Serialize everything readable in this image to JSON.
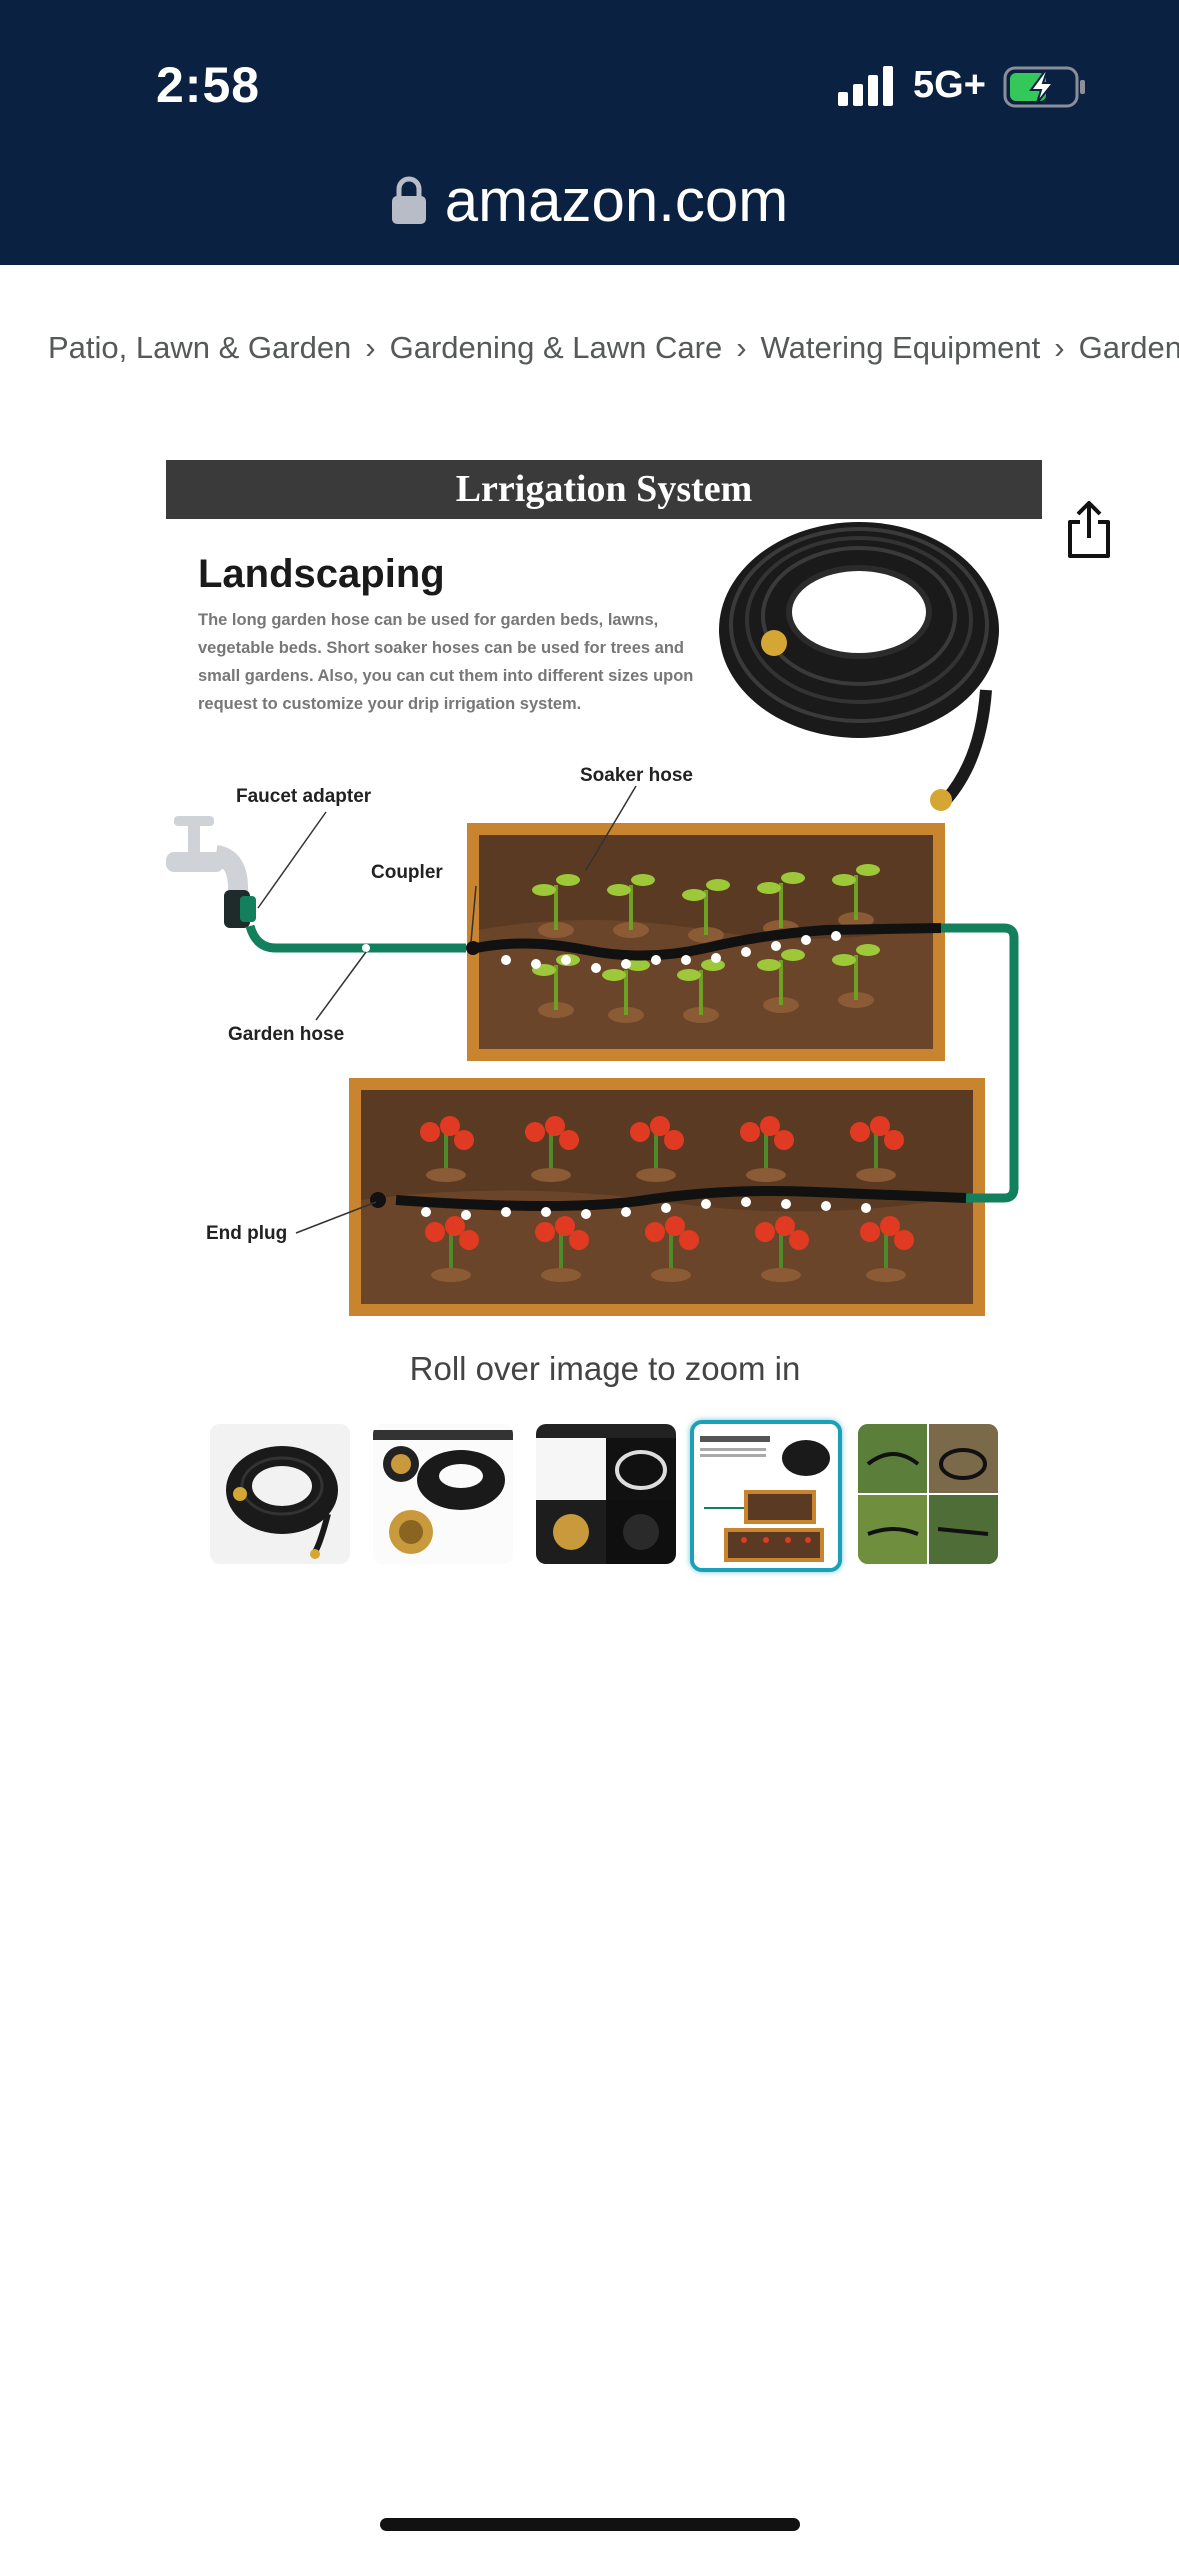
{
  "status_bar": {
    "time": "2:58",
    "network": "5G+",
    "signal_bars": 4,
    "battery_charging": true
  },
  "url_bar": {
    "domain": "amazon.com",
    "icon": "lock-icon"
  },
  "breadcrumb": [
    "Patio, Lawn & Garden",
    "Gardening & Lawn Care",
    "Watering Equipment",
    "Garden Hoses"
  ],
  "breadcrumb_separator": "›",
  "share_icon": "share-icon",
  "hero_image": {
    "title": "Lrrigation System",
    "heading": "Landscaping",
    "description": "The long garden hose can be used for garden beds, lawns, vegetable beds. Short soaker hoses can be used for trees and small gardens. Also, you can cut them into different sizes upon request to customize your drip irrigation system.",
    "labels": {
      "faucet_adapter": "Faucet adapter",
      "soaker_hose": "Soaker hose",
      "coupler": "Coupler",
      "garden_hose": "Garden hose",
      "end_plug": "End plug"
    }
  },
  "zoom_hint": "Roll over image to zoom in",
  "thumbnails": [
    {
      "name": "thumb-hose-coil",
      "selected": false
    },
    {
      "name": "thumb-leak-free-seal",
      "selected": false
    },
    {
      "name": "thumb-premium-material",
      "selected": false
    },
    {
      "name": "thumb-landscaping",
      "selected": true
    },
    {
      "name": "thumb-garden-use",
      "selected": false
    }
  ],
  "colors": {
    "status_bar_bg": "#0b2141",
    "selected_thumb_border": "#1aa0b8",
    "hose_green": "#12805c",
    "planter_wood": "#c9842f"
  }
}
